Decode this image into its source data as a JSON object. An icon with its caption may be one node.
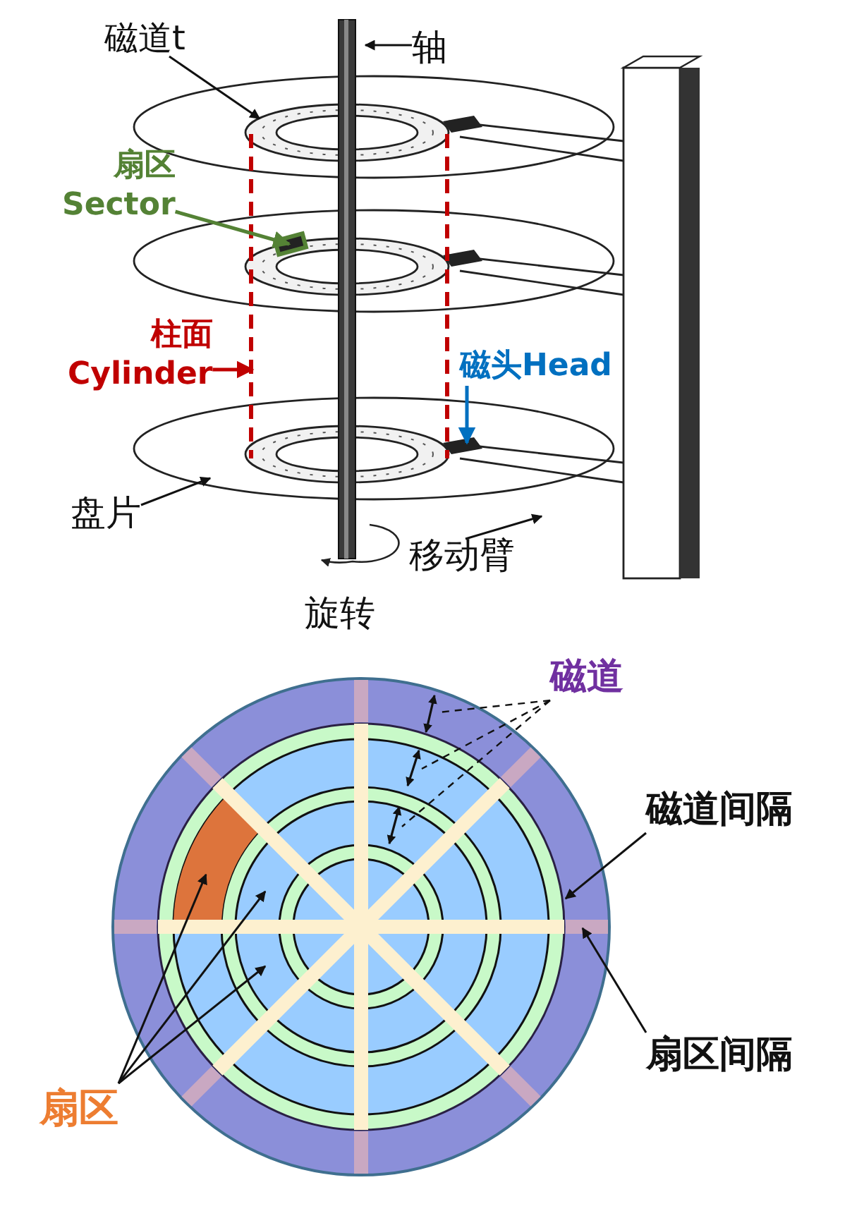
{
  "diagram": {
    "nodes": [
      {
        "text": [
          "磁道t"
        ]
      },
      {
        "text": [
          "轴"
        ]
      },
      {
        "text": [
          "扇区",
          "Sector"
        ]
      },
      {
        "text": [
          "柱面",
          "Cylinder"
        ]
      },
      {
        "text": [
          "磁头Head"
        ]
      },
      {
        "text": [
          "盘片"
        ]
      },
      {
        "text": [
          "移动臂"
        ]
      },
      {
        "text": [
          "磁道"
        ]
      },
      {
        "text": [
          "磁道间隔"
        ]
      },
      {
        "text": [
          "扇区间隔"
        ]
      },
      {
        "text": [
          "扇区"
        ]
      }
    ],
    "edges": [
      {
        "from": 0,
        "to": null,
        "arrow": "to"
      },
      {
        "from": 1,
        "to": null,
        "arrow": "to"
      },
      {
        "from": 2,
        "to": null,
        "arrow": "to",
        "color": "#548235"
      },
      {
        "from": 3,
        "to": null,
        "arrow": "to",
        "color": "#c00000"
      },
      {
        "from": 4,
        "to": null,
        "arrow": "to",
        "color": "#0070c0"
      },
      {
        "from": 5,
        "to": null,
        "arrow": "to"
      },
      {
        "from": 6,
        "to": null,
        "arrow": "to"
      },
      {
        "from": 7,
        "to": null,
        "arrow": "none",
        "style": "dashed"
      },
      {
        "from": 7,
        "to": null,
        "arrow": "none",
        "style": "dashed"
      },
      {
        "from": 7,
        "to": null,
        "arrow": "none",
        "style": "dashed"
      },
      {
        "from": 8,
        "to": null,
        "arrow": "to"
      },
      {
        "from": 9,
        "to": null,
        "arrow": "to"
      },
      {
        "from": 10,
        "to": null,
        "arrow": "to"
      },
      {
        "from": 10,
        "to": null,
        "arrow": "to"
      },
      {
        "from": 10,
        "to": null,
        "arrow": "to"
      }
    ],
    "labels": [
      "旋转"
    ]
  }
}
